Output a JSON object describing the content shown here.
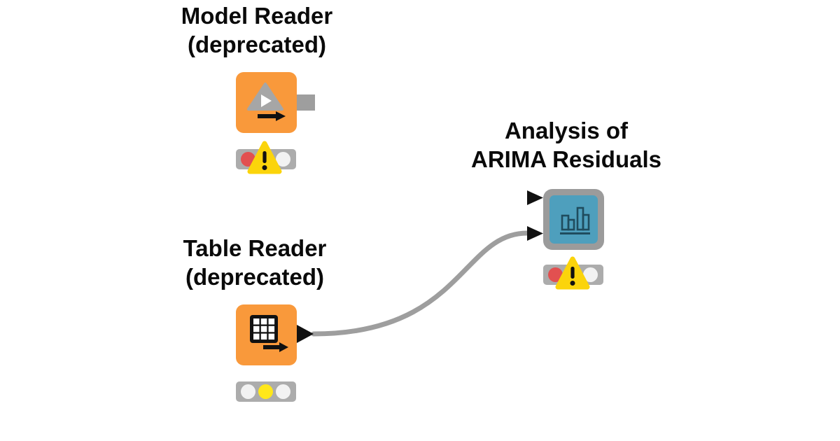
{
  "app": "knime-workflow-canvas",
  "canvas": {
    "background": "#FFFFFF"
  },
  "palette": {
    "node_orange": "#F9993B",
    "component_frame_gray": "#9B9B9B",
    "component_blue": "#4E9FBD",
    "wire_gray": "#9E9E9E",
    "status_bar_gray": "#ACACAC",
    "status_red": "#E25050",
    "status_yellow": "#FFE71A",
    "status_off_white": "#F2F2F2",
    "warning_yellow": "#FBD40B",
    "port_black": "#111111",
    "label_black": "#0A0A0A"
  },
  "nodes": [
    {
      "id": "model-reader",
      "label_line1": "Model Reader",
      "label_line2": "(deprecated)",
      "kind": "node",
      "icon": "model-play-arrow-icon",
      "output_port": "model-port-square",
      "status_lights": [
        "red",
        "warning",
        "off"
      ]
    },
    {
      "id": "table-reader",
      "label_line1": "Table Reader",
      "label_line2": "(deprecated)",
      "kind": "node",
      "icon": "table-grid-arrow-icon",
      "output_port": "data-port-triangle",
      "status_lights": [
        "off",
        "yellow",
        "off"
      ]
    },
    {
      "id": "analysis-of-arima-residuals",
      "label_line1": "Analysis of",
      "label_line2": "ARIMA Residuals",
      "kind": "component",
      "icon": "bar-chart-icon",
      "input_ports": [
        "data-port-triangle",
        "data-port-triangle"
      ],
      "status_lights": [
        "red",
        "warning",
        "off"
      ]
    }
  ],
  "connections": [
    {
      "from": "table-reader",
      "from_port": "output-0",
      "to": "analysis-of-arima-residuals",
      "to_port": "input-1"
    }
  ]
}
